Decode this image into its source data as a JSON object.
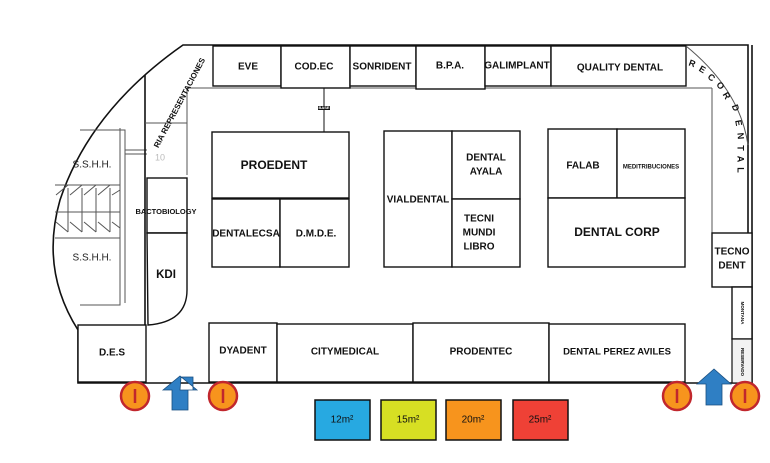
{
  "floorplan": {
    "top_row": [
      {
        "id": "eve",
        "label": "EVE"
      },
      {
        "id": "codec",
        "label": "COD.EC"
      },
      {
        "id": "sonrident",
        "label": "SONRIDENT"
      },
      {
        "id": "bpa",
        "label": "B.P.A."
      },
      {
        "id": "galimplant",
        "label": "GALIMPLANT"
      },
      {
        "id": "quality-dental",
        "label": "QUALITY DENTAL"
      }
    ],
    "curved_labels": {
      "ria": "RIA REPRESENTACIONES",
      "recor": "RECOR DENTAL"
    },
    "island_left": {
      "proedent": "PROEDENT",
      "dentalecsa": "DENTALECSA",
      "dmde": "D.M.D.E."
    },
    "island_center": {
      "vialdental": "VIALDENTAL",
      "dental_ayala": [
        "DENTAL",
        "AYALA"
      ],
      "tecni_mundi_libro": [
        "TECNI",
        "MUNDI",
        "LIBRO"
      ]
    },
    "island_right": {
      "falab": "FALAB",
      "meditribuciones": "MEDITRIBUCIONES",
      "dental_corp": "DENTAL CORP"
    },
    "left_side": {
      "sshh_top": "S.S.H.H.",
      "sshh_bottom": "S.S.H.H.",
      "bactobiology": "BACTOBIOLOGY",
      "kdi": "KDI",
      "des": "D.E.S",
      "number_10": "10"
    },
    "right_side": {
      "tecno_dent": [
        "TECNO",
        "DENT"
      ],
      "montana": "MONTANA",
      "reservado": "RESERVADO"
    },
    "bottom_row": [
      {
        "id": "dyadent",
        "label": "DYADENT"
      },
      {
        "id": "citymedical",
        "label": "CITYMEDICAL"
      },
      {
        "id": "prodentec",
        "label": "PRODENTEC"
      },
      {
        "id": "dental-perez-aviles",
        "label": "DENTAL PEREZ AVILES"
      }
    ],
    "column_tag": "BASE",
    "exit_marker": "I",
    "entrances": 2
  },
  "legend": [
    {
      "label": "12m²",
      "color": "#27a9e1"
    },
    {
      "label": "15m²",
      "color": "#d7df23"
    },
    {
      "label": "20m²",
      "color": "#f7941d"
    },
    {
      "label": "25m²",
      "color": "#ef4136"
    }
  ]
}
